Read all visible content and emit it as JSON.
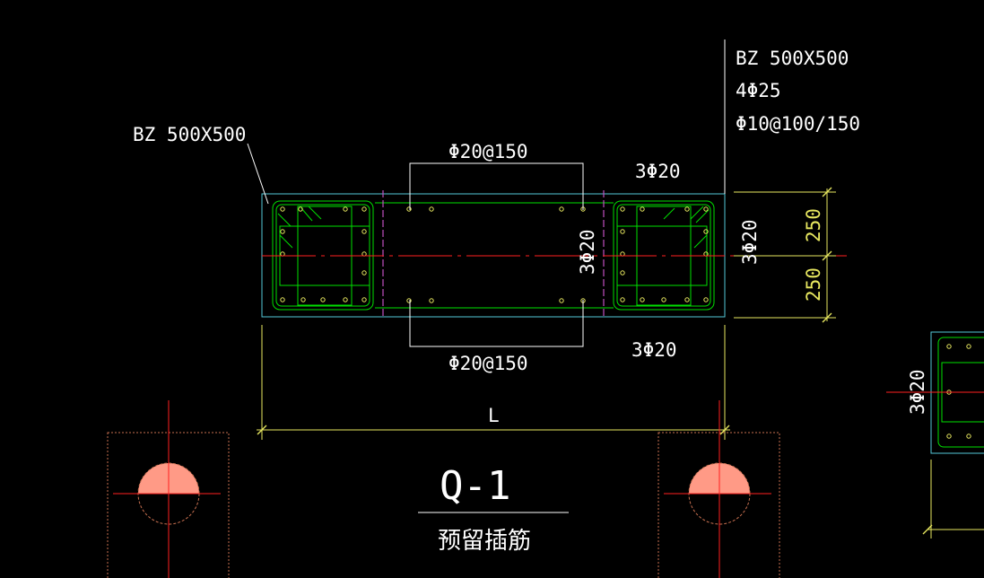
{
  "labels": {
    "bz_left": "BZ 500X500",
    "bz_right": "BZ 500X500",
    "right_longitudinal": "4Φ25",
    "right_stirrup": "Φ10@100/150",
    "top_dist": "Φ20@150",
    "bottom_dist": "Φ20@150",
    "top_right_bars": "3Φ20",
    "bottom_right_bars": "3Φ20",
    "center_vertical_bars": "3Φ20",
    "right_end_vertical_bars": "3Φ20",
    "far_right_vertical_bars": "3Φ20",
    "dim_upper": "250",
    "dim_lower": "250",
    "dim_length": "L",
    "member_name": "Q-1",
    "member_note": "预留插筋"
  },
  "colors": {
    "background": "#000000",
    "outline": "#55c8d8",
    "rebar": "#00e000",
    "axis": "#ff2020",
    "section_cut": "#c050c0",
    "dimension": "#e8e860",
    "leader": "#ffffff",
    "text": "#ffffff",
    "footing": "#c87050",
    "pile_fill": "#ff9a86"
  }
}
